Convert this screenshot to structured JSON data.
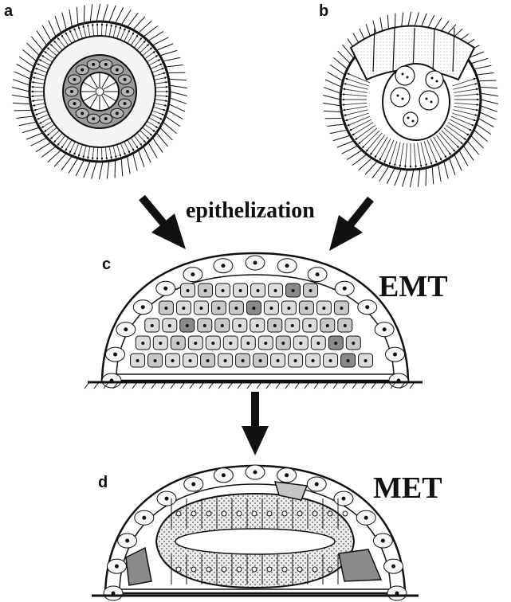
{
  "panels": {
    "a": "a",
    "b": "b",
    "c": "c",
    "d": "d"
  },
  "labels": {
    "process": "epithelization",
    "emt": "EMT",
    "met": "MET"
  },
  "colors": {
    "ink": "#111111",
    "cell_light": "#dedede",
    "cell_mid": "#c4c4c4",
    "cell_dark": "#8a8a8a",
    "dot_fill": "#e8e8e8"
  }
}
